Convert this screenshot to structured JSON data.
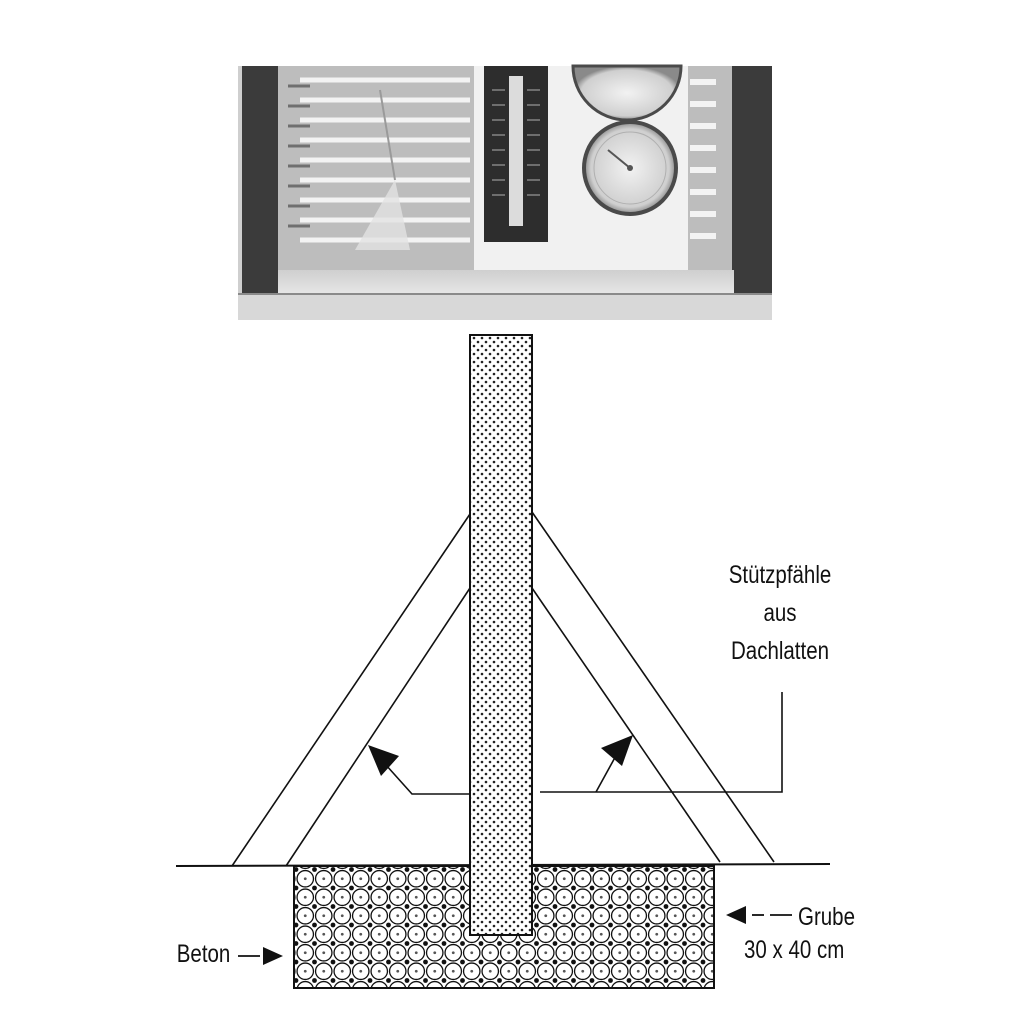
{
  "labels": {
    "supports_line1": "Stützpfähle",
    "supports_line2": "aus",
    "supports_line3": "Dachlatten",
    "pit_line1": "Grube",
    "pit_line2": "30 x 40 cm",
    "concrete": "Beton"
  },
  "icons": {
    "photo": "weather-station-photo",
    "thermometer": "thermometer-icon",
    "gauge": "gauge-icon",
    "arrow": "arrow-icon"
  },
  "colors": {
    "line": "#111111",
    "photo_frame": "#3a3a3a",
    "photo_light": "#d9d9d9"
  }
}
